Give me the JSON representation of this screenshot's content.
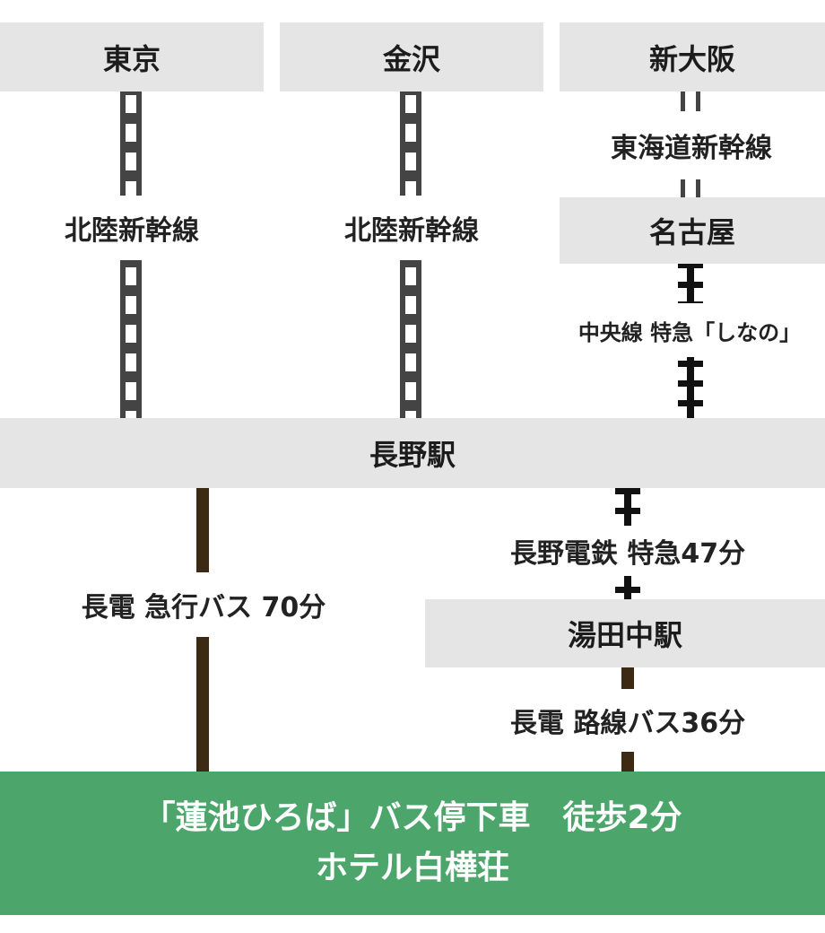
{
  "origins": {
    "tokyo": "東京",
    "kanazawa": "金沢",
    "shin_osaka": "新大阪"
  },
  "routes": {
    "hokuriku_1": "北陸新幹線",
    "hokuriku_2": "北陸新幹線",
    "tokaido": "東海道新幹線",
    "chuo": "中央線 特急「しなの」",
    "nagaden_express_bus": "長電 急行バス 70分",
    "nagano_dentetsu": "長野電鉄 特急47分",
    "nagaden_local_bus": "長電 路線バス36分"
  },
  "stations": {
    "nagoya": "名古屋",
    "nagano": "長野駅",
    "yudanaka": "湯田中駅"
  },
  "destination": {
    "line1": "「蓮池ひろば」バス停下車　徒歩2分",
    "line2": "ホテル白樺荘"
  },
  "colors": {
    "station_box": "#e5e5e5",
    "jr_rail": "#444444",
    "private_rail": "#111111",
    "bus_line": "#3d2a14",
    "destination": "#4ca66b"
  }
}
